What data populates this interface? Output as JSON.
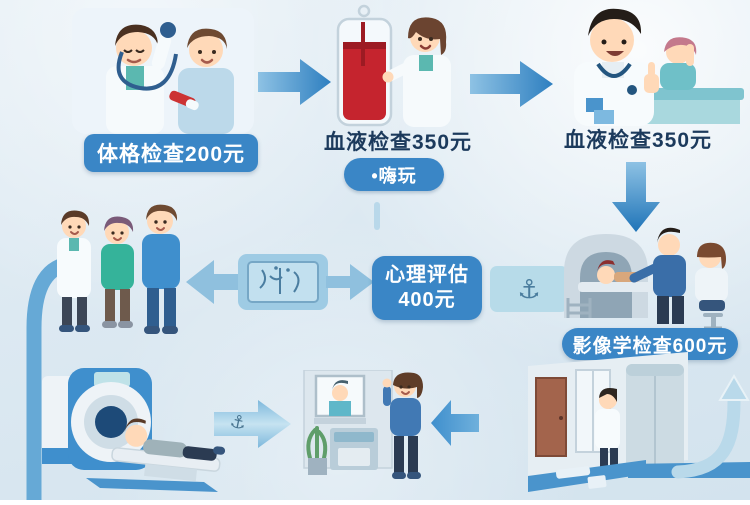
{
  "page": {
    "bg_top": "#e4eef5",
    "bg_bottom": "#d3e3ee"
  },
  "colors": {
    "pill_bg": "#3a86c6",
    "pill_text": "#ffffff",
    "plain_text": "#1c3a5c",
    "arrow_dark": "#2e7fc0",
    "arrow_light": "#8ec2e4",
    "flow_line": "#66a9d6",
    "anchor_box_bg": "#b7dbe9",
    "anchor_color": "#4a7d9e"
  },
  "labels": {
    "physical_exam": "体格检查200元",
    "blood_test": "血液检查350元",
    "blood_badge": "•嗨玩",
    "blood_test_2": "血液检查350元",
    "psych_line1": "心理评估",
    "psych_line2": "400元",
    "imaging": "影像学检查600元"
  },
  "icons": {
    "anchor": "⚓"
  }
}
